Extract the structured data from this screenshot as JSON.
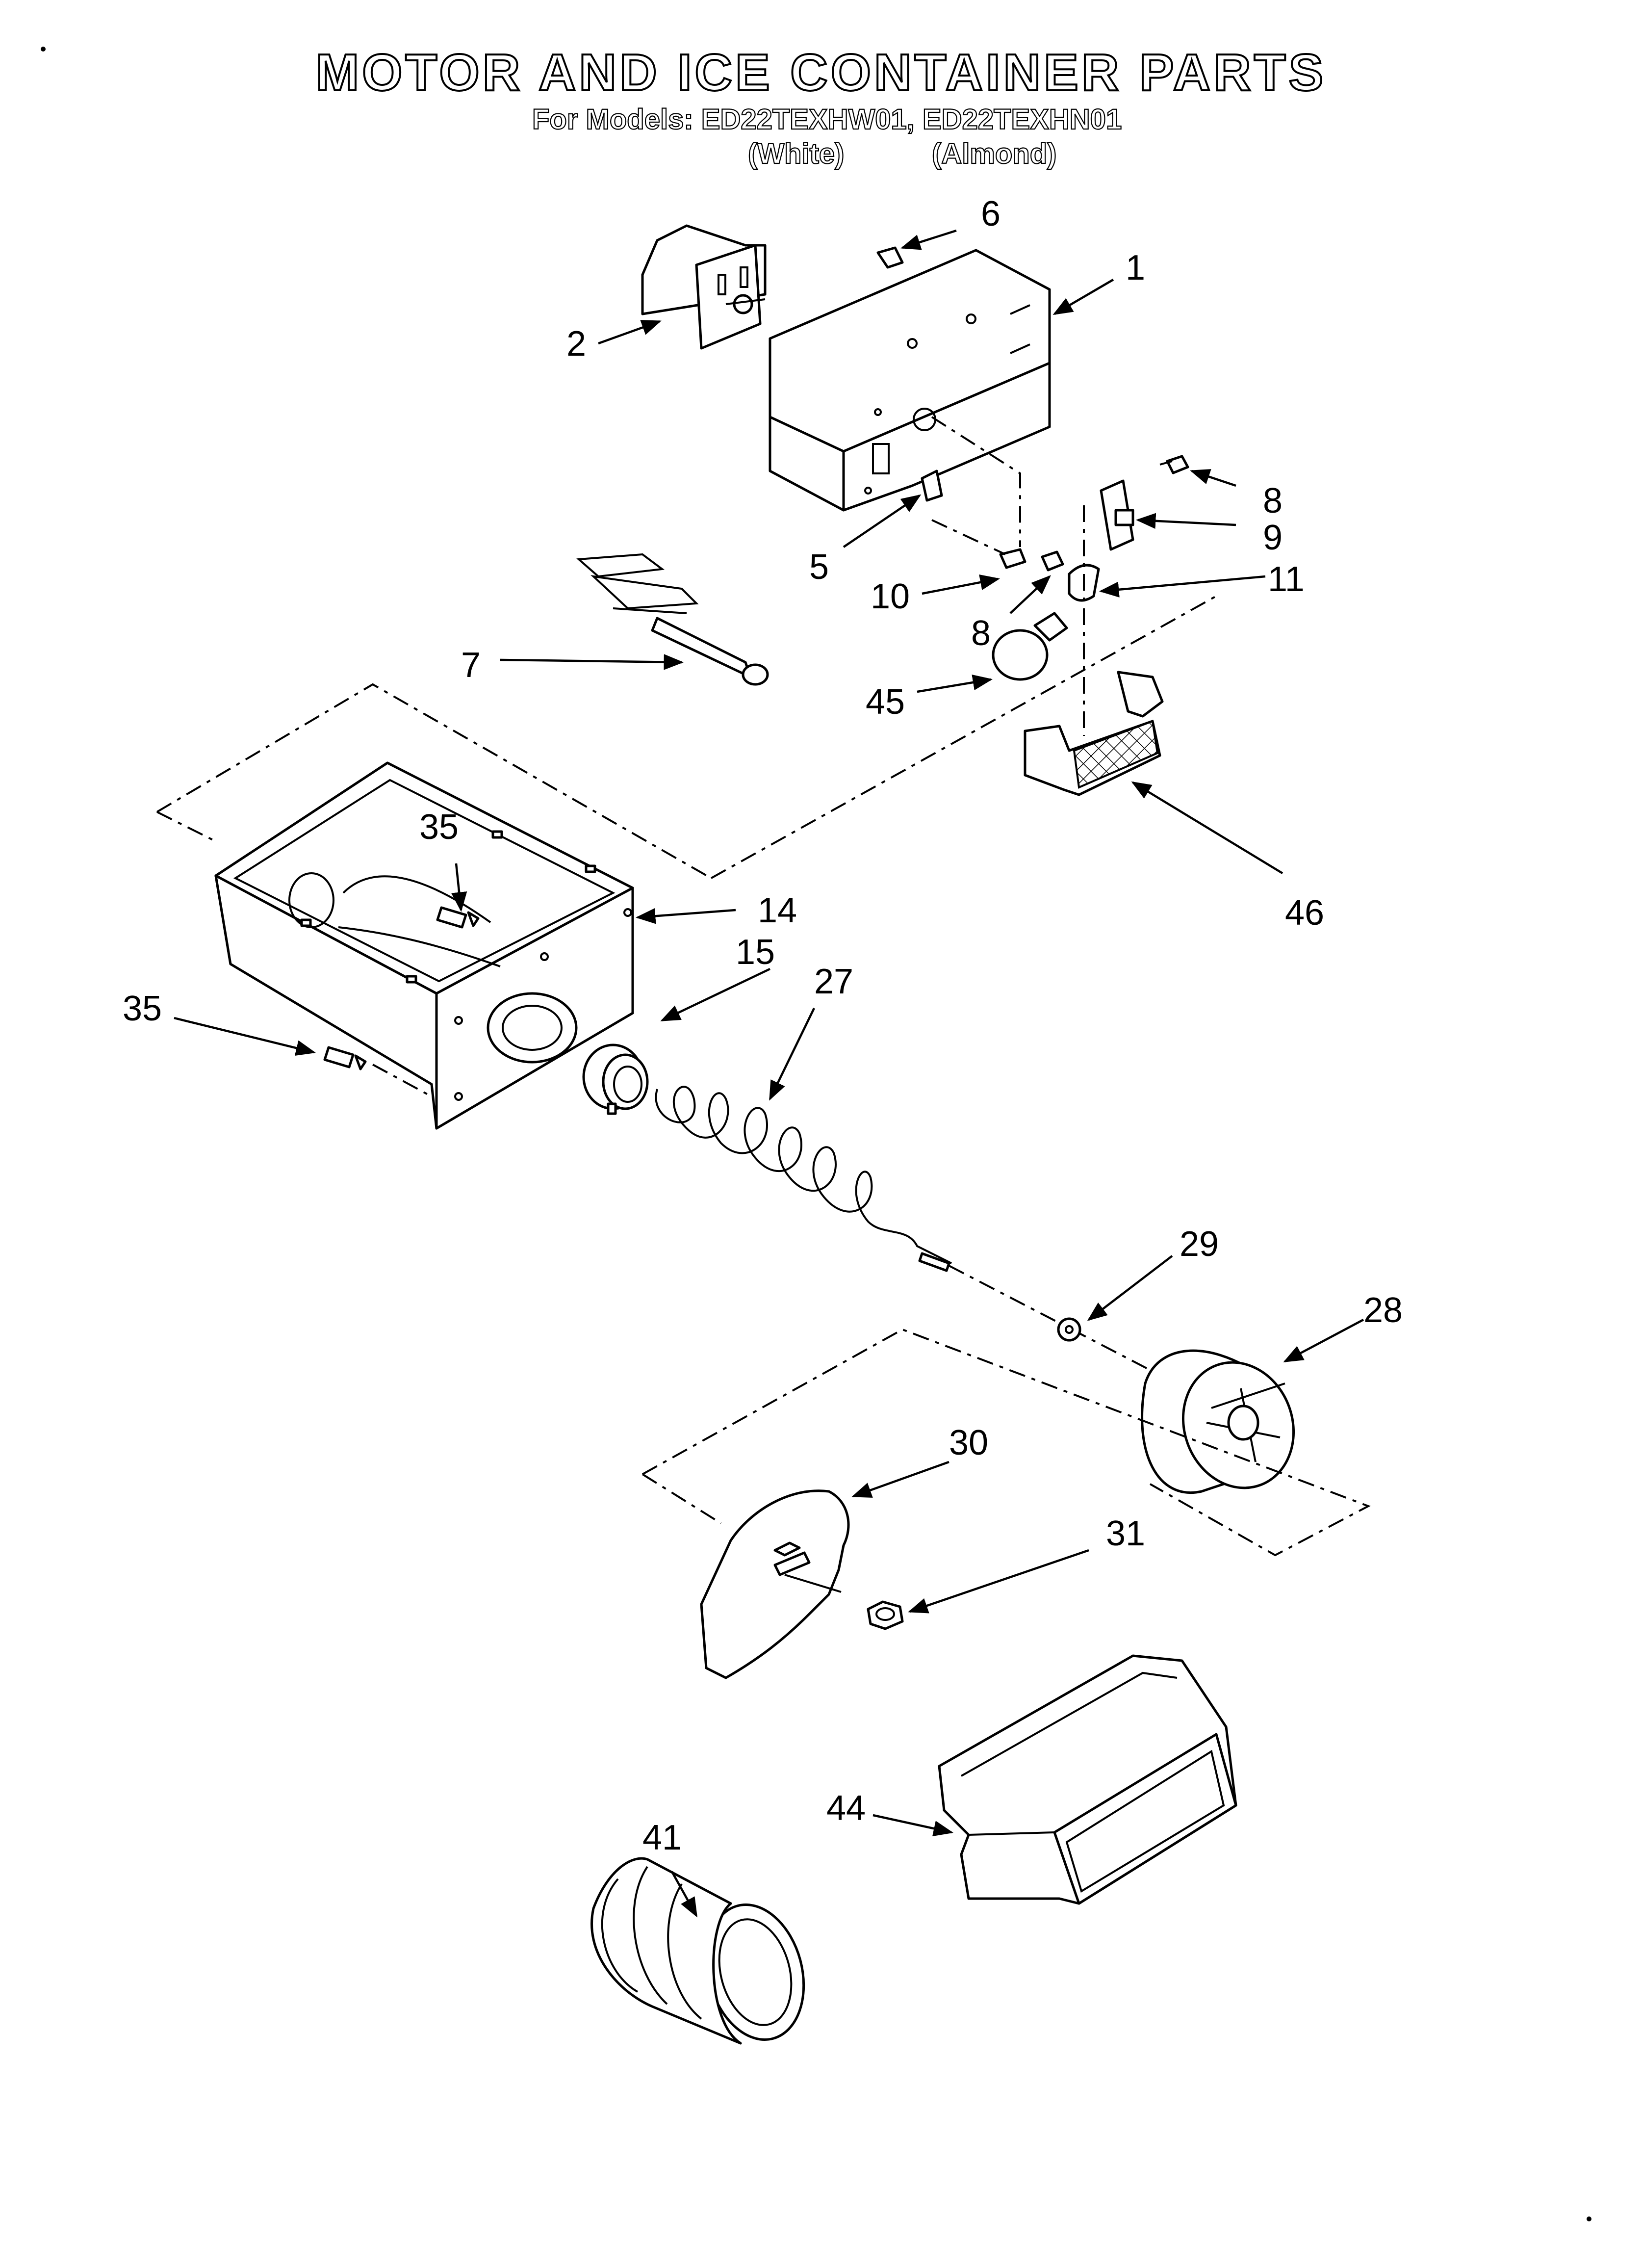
{
  "header": {
    "title": "MOTOR AND ICE CONTAINER PARTS",
    "models_line": "For Models: ED22TEXHW01, ED22TEXHN01",
    "color_white": "(White)",
    "color_almond": "(Almond)"
  },
  "callouts": {
    "c1": "1",
    "c2": "2",
    "c5": "5",
    "c6": "6",
    "c7": "7",
    "c8a": "8",
    "c8b": "8",
    "c9": "9",
    "c10": "10",
    "c11": "11",
    "c14": "14",
    "c15": "15",
    "c27": "27",
    "c28": "28",
    "c29": "29",
    "c30": "30",
    "c31": "31",
    "c35a": "35",
    "c35b": "35",
    "c41": "41",
    "c44": "44",
    "c45": "45",
    "c46": "46"
  },
  "colors": {
    "ink": "#000000",
    "paper": "#ffffff"
  }
}
